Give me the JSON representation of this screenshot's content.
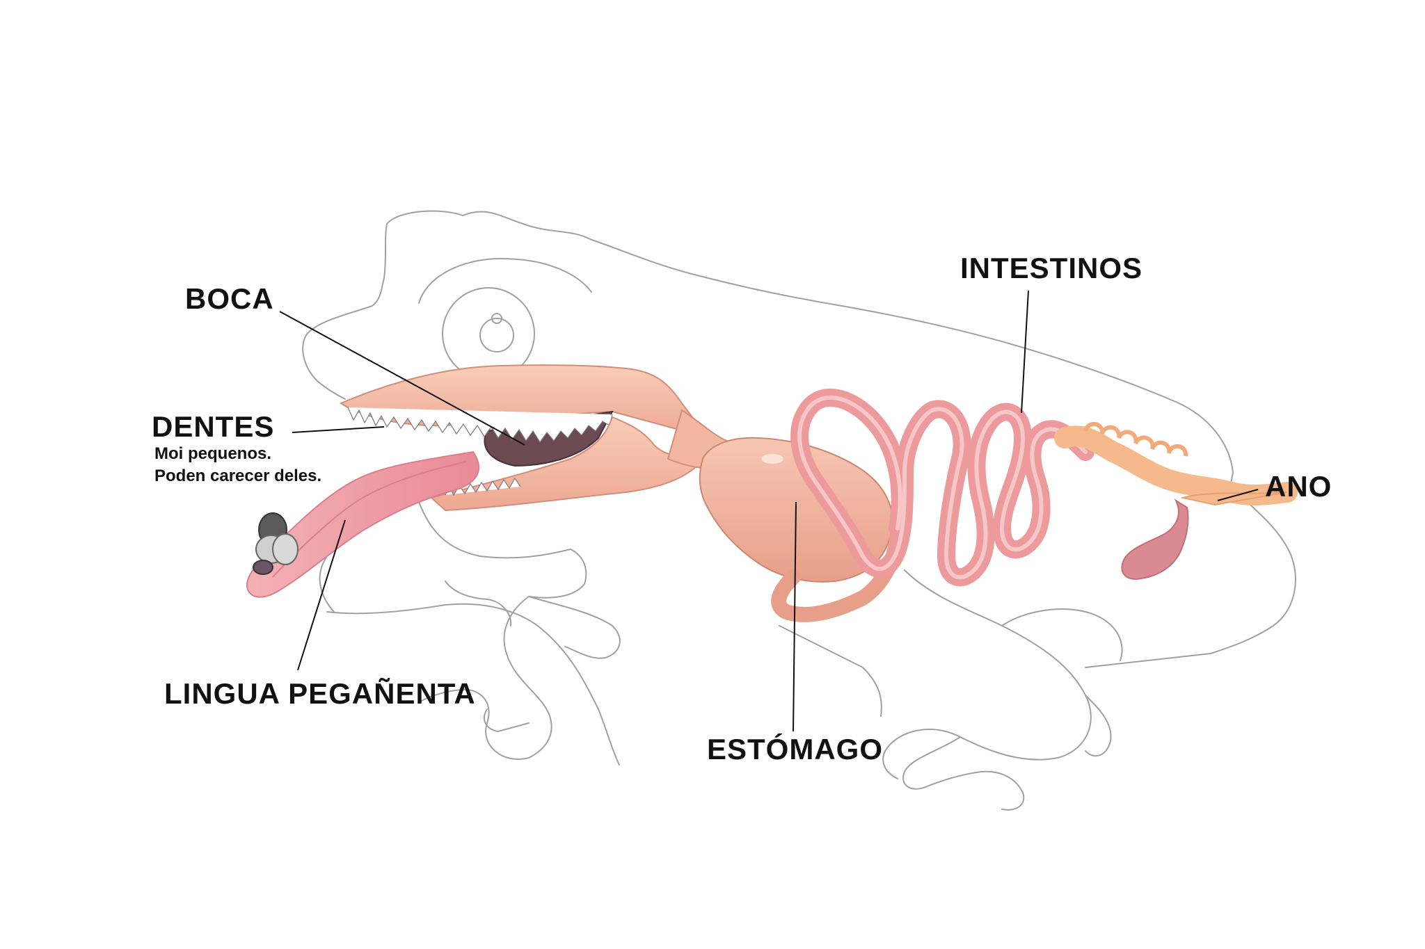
{
  "labels": {
    "boca": "BOCA",
    "dentes": "DENTES",
    "dentes_note_1": "Moi pequenos.",
    "dentes_note_2": "Poden carecer deles.",
    "lingua": "LINGUA PEGAÑENTA",
    "estomago": "ESTÓMAGO",
    "intestinos": "INTESTINOS",
    "ano": "ANO"
  },
  "colors": {
    "outline": "#9a9a9a",
    "organ_skin": "#f2b7a0",
    "tongue": "#ee9fa8",
    "intestine": "#ec9a9c",
    "large_intestine": "#f6b98b",
    "mouth_inside": "#6b4a52",
    "leader_line": "#111111"
  }
}
